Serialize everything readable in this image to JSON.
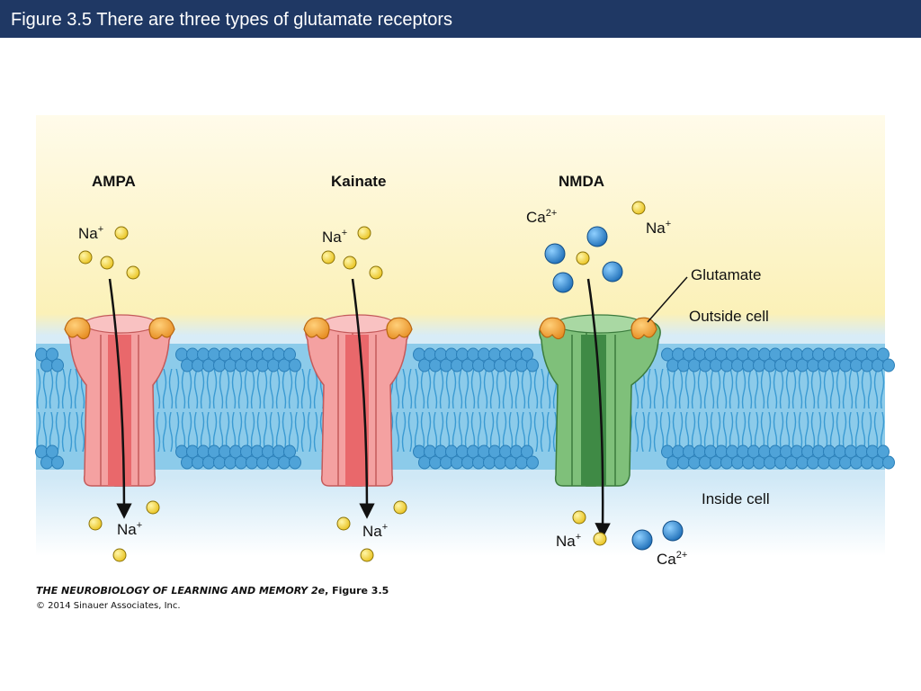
{
  "title": "Figure 3.5  There are three types of glutamate receptors",
  "colors": {
    "title_bar": "#1f3864",
    "membrane": "#7cc0e4",
    "lipid_head": "#5aa6d6",
    "ampa_kainate_receptor": "#f4a1a1",
    "ampa_kainate_pore": "#e9686b",
    "nmda_receptor": "#7fc07a",
    "nmda_pore": "#3f8a45",
    "glutamate": "#f3a33c",
    "sodium_ion": "#f4dc4a",
    "calcium_ion": "#2f8fd6"
  },
  "receptors": {
    "ampa": {
      "name": "AMPA",
      "ion_outside_label": "Na",
      "ion_outside_charge": "+",
      "ion_inside_label": "Na",
      "ion_inside_charge": "+"
    },
    "kainate": {
      "name": "Kainate",
      "ion_outside_label": "Na",
      "ion_outside_charge": "+",
      "ion_inside_label": "Na",
      "ion_inside_charge": "+"
    },
    "nmda": {
      "name": "NMDA",
      "ca_outside_label": "Ca",
      "ca_outside_charge": "2+",
      "na_outside_label": "Na",
      "na_outside_charge": "+",
      "na_inside_label": "Na",
      "na_inside_charge": "+",
      "ca_inside_label": "Ca",
      "ca_inside_charge": "2+"
    }
  },
  "labels": {
    "glutamate": "Glutamate",
    "outside_cell": "Outside cell",
    "inside_cell": "Inside cell"
  },
  "caption": {
    "book_title": "THE NEUROBIOLOGY OF LEARNING AND MEMORY 2e",
    "figure_ref": ", Figure 3.5",
    "copyright": "© 2014 Sinauer Associates, Inc."
  }
}
